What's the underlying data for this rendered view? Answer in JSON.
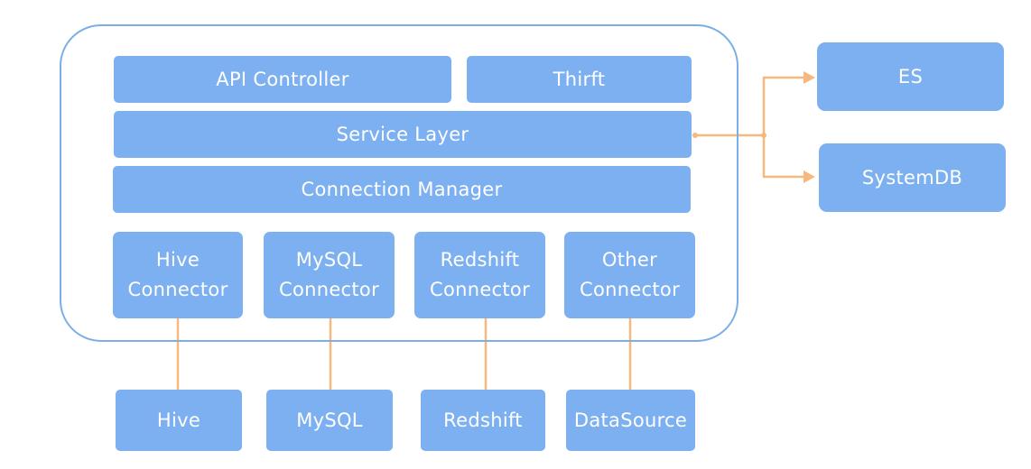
{
  "colors": {
    "box": "#7db0f0",
    "text": "#ffffff",
    "frame": "#7aaee6",
    "connector_line": "#f6b87c"
  },
  "container": {
    "api_controller": "API Controller",
    "thrift": "Thirft",
    "service_layer": "Service Layer",
    "connection_manager": "Connection Manager",
    "connectors": [
      "Hive\nConnector",
      "MySQL\nConnector",
      "Redshift\nConnector",
      "Other\nConnector"
    ]
  },
  "datasources": [
    "Hive",
    "MySQL",
    "Redshift",
    "DataSource"
  ],
  "external": {
    "es": "ES",
    "systemdb": "SystemDB"
  }
}
